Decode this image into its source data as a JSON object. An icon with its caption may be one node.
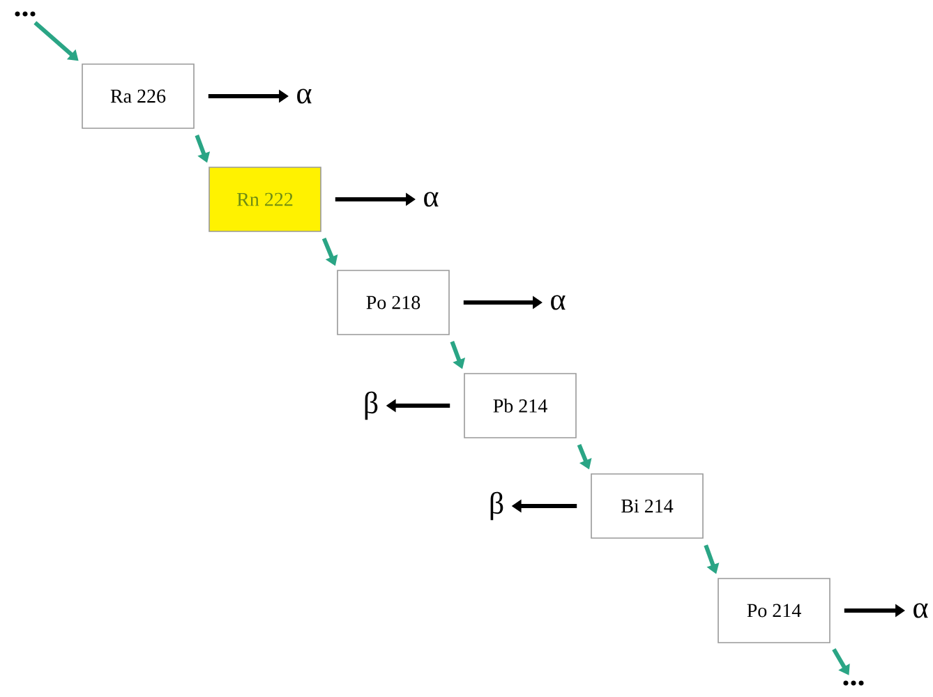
{
  "diagram": {
    "nodes": [
      {
        "text": [
          "..."
        ]
      },
      {
        "text": [
          "Ra 226"
        ]
      },
      {
        "text": [
          "Rn 222"
        ]
      },
      {
        "text": [
          "Po 218"
        ]
      },
      {
        "text": [
          "Pb 214"
        ]
      },
      {
        "text": [
          "Bi 214"
        ]
      },
      {
        "text": [
          "Po 214"
        ]
      },
      {
        "text": [
          "..."
        ]
      },
      {
        "text": [
          "α"
        ]
      },
      {
        "text": [
          "α"
        ]
      },
      {
        "text": [
          "α"
        ]
      },
      {
        "text": [
          "β"
        ]
      },
      {
        "text": [
          "β"
        ]
      },
      {
        "text": [
          "α"
        ]
      }
    ],
    "edges": [
      {
        "from": 0,
        "to": 1,
        "arrow": "to"
      },
      {
        "from": 1,
        "to": 2,
        "arrow": "to"
      },
      {
        "from": 2,
        "to": 3,
        "arrow": "to"
      },
      {
        "from": 3,
        "to": 4,
        "arrow": "to"
      },
      {
        "from": 4,
        "to": 5,
        "arrow": "to"
      },
      {
        "from": 5,
        "to": 6,
        "arrow": "to"
      },
      {
        "from": 6,
        "to": 7,
        "arrow": "to"
      },
      {
        "from": 1,
        "to": 8,
        "arrow": "to",
        "color": "#000000"
      },
      {
        "from": 2,
        "to": 9,
        "arrow": "to",
        "color": "#000000"
      },
      {
        "from": 3,
        "to": 10,
        "arrow": "to",
        "color": "#000000"
      },
      {
        "from": 4,
        "to": 11,
        "arrow": "to",
        "color": "#000000"
      },
      {
        "from": 5,
        "to": 12,
        "arrow": "to",
        "color": "#000000"
      },
      {
        "from": 6,
        "to": 13,
        "arrow": "to",
        "color": "#000000"
      }
    ]
  }
}
